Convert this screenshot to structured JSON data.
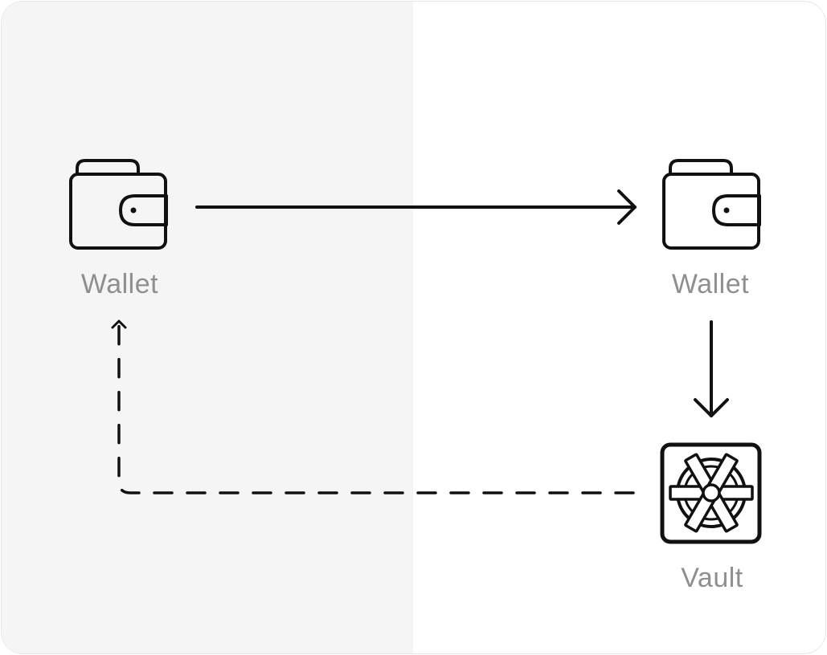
{
  "nodes": {
    "wallet_left": {
      "label": "Wallet",
      "icon": "wallet-icon"
    },
    "wallet_right": {
      "label": "Wallet",
      "icon": "wallet-icon"
    },
    "vault": {
      "label": "Vault",
      "icon": "vault-icon"
    }
  },
  "edges": [
    {
      "from": "wallet_left",
      "to": "wallet_right",
      "style": "solid"
    },
    {
      "from": "wallet_right",
      "to": "vault",
      "style": "solid"
    },
    {
      "from": "vault",
      "to": "wallet_left",
      "style": "dashed"
    }
  ],
  "colors": {
    "stroke": "#111111",
    "label": "#8f8f8f",
    "left_panel": "#f5f5f5",
    "background": "#ffffff"
  }
}
